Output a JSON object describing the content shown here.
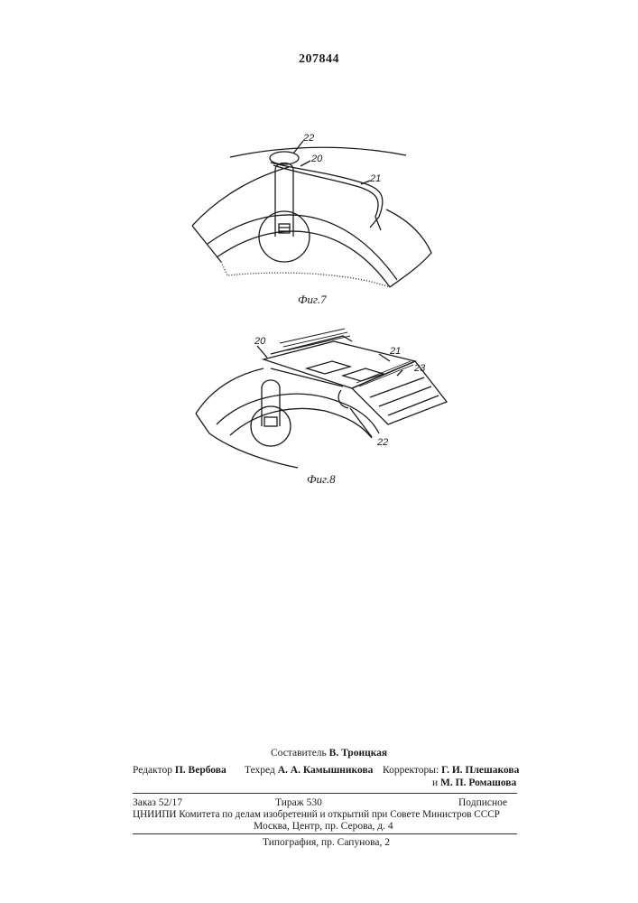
{
  "patent_number": "207844",
  "figures": {
    "fig7": {
      "caption": "Фиг.7",
      "labels": {
        "a": "22",
        "b": "20",
        "c": "21"
      }
    },
    "fig8": {
      "caption": "Фиг.8",
      "labels": {
        "a": "20",
        "b": "21",
        "c": "23",
        "d": "22"
      }
    }
  },
  "colophon": {
    "compiler_label": "Составитель",
    "compiler_name": "В. Троицкая",
    "editor_label": "Редактор",
    "editor_name": "П. Вербова",
    "techred_label": "Техред",
    "techred_name": "А. А. Камышникова",
    "correctors_label": "Корректоры:",
    "corrector1": "Г. И. Плешакова",
    "corrector2_prefix": "и",
    "corrector2": "М. П. Ромашова",
    "order": "Заказ 52/17",
    "circulation": "Тираж 530",
    "subscription": "Подписное",
    "institute": "ЦНИИПИ Комитета по делам изобретений и открытий при Совете Министров СССР",
    "address": "Москва, Центр, пр. Серова, д. 4",
    "printer": "Типография, пр. Сапунова, 2"
  }
}
